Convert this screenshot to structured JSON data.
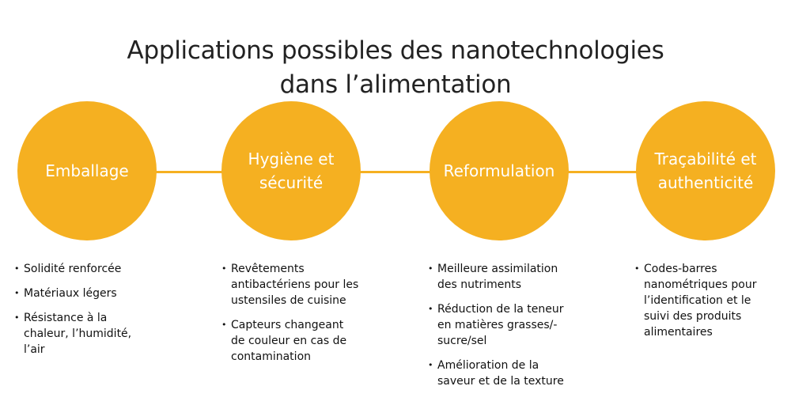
{
  "title": {
    "line1": "Applications possibles des nanotechnologies",
    "line2": "dans l’alimentation"
  },
  "colors": {
    "accent": "#f5b021",
    "circle_text": "#ffffff",
    "text": "#222222"
  },
  "nodes": [
    {
      "label_lines": [
        "Emballage"
      ],
      "bullets": [
        "Solidité renforcée",
        "Matériaux légers",
        "Résistance à la chaleur, l’humidité, l’air"
      ]
    },
    {
      "label_lines": [
        "Hygiène et",
        "sécurité"
      ],
      "bullets": [
        "Revêtements antibactériens pour les ustensiles de cuisine",
        "Capteurs changeant de couleur en cas de contamination"
      ]
    },
    {
      "label_lines": [
        "Reformulation"
      ],
      "bullets": [
        "Meilleure assimilation des nutriments",
        "Réduction de la teneur en matières grasses/-sucre/sel",
        "Amélioration de la saveur et de la texture"
      ]
    },
    {
      "label_lines": [
        "Traçabilité et",
        "authenticité"
      ],
      "bullets": [
        "Codes-barres nanométriques pour l’identification et le suivi des produits alimentaires"
      ]
    }
  ]
}
